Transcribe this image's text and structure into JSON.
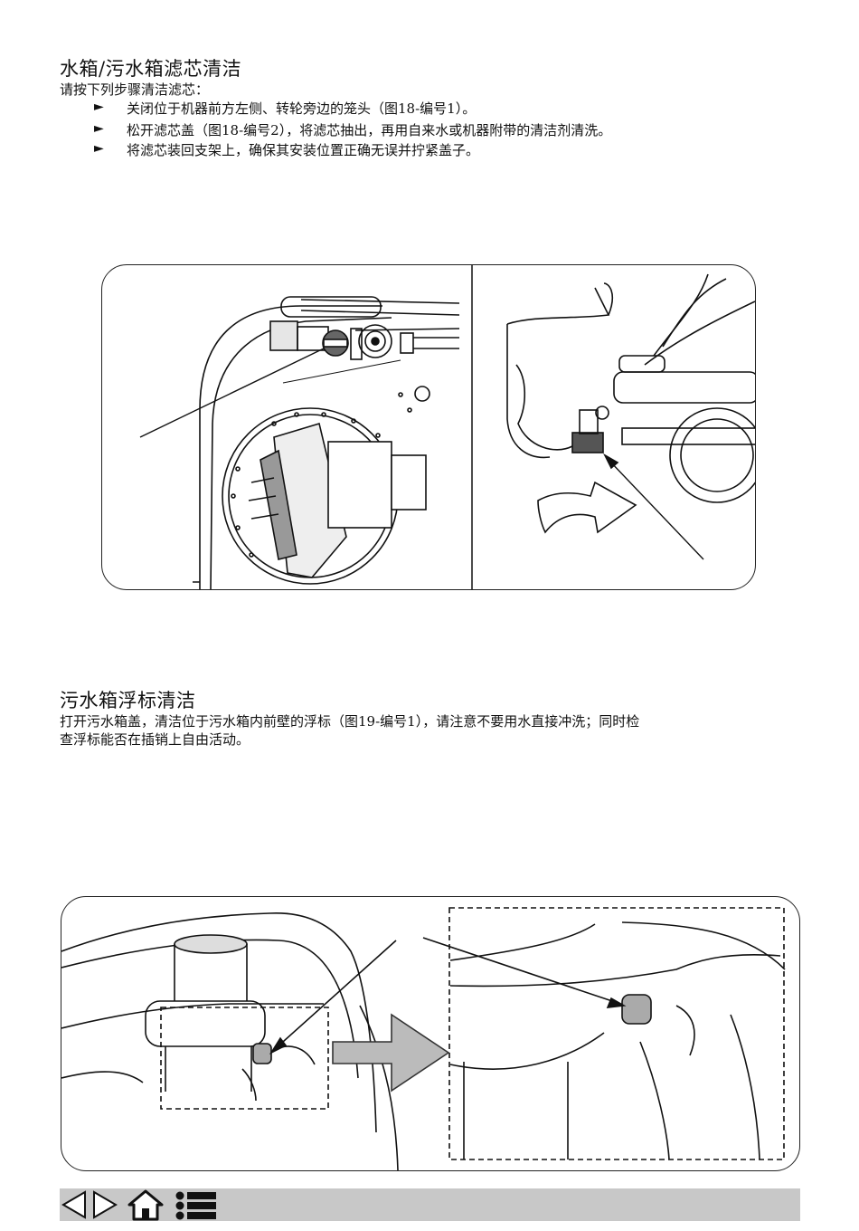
{
  "section1": {
    "title": "水箱/污水箱滤芯清洁",
    "intro": "请按下列步骤清洁滤芯：",
    "bullet_symbol": "►",
    "steps": [
      "关闭位于机器前方左侧、转轮旁边的笼头（图18-编号1）。",
      "松开滤芯盖（图18-编号2），将滤芯抽出，再用自来水或机器附带的清洁剂清洗。",
      "将滤芯装回支架上，确保其安装位置正确无误并拧紧盖子。"
    ]
  },
  "section2": {
    "title": "污水箱浮标清洁",
    "body_line1": "打开污水箱盖，清洁位于污水箱内前壁的浮标（图19-编号1），请注意不要用水直接冲洗；同时检",
    "body_line2": "查浮标能否在插销上自由活动。"
  },
  "nav": {
    "icons": [
      "prev-page-icon",
      "next-page-icon",
      "home-icon",
      "contents-list-icon"
    ],
    "bar_color": "#c8c8c8"
  }
}
